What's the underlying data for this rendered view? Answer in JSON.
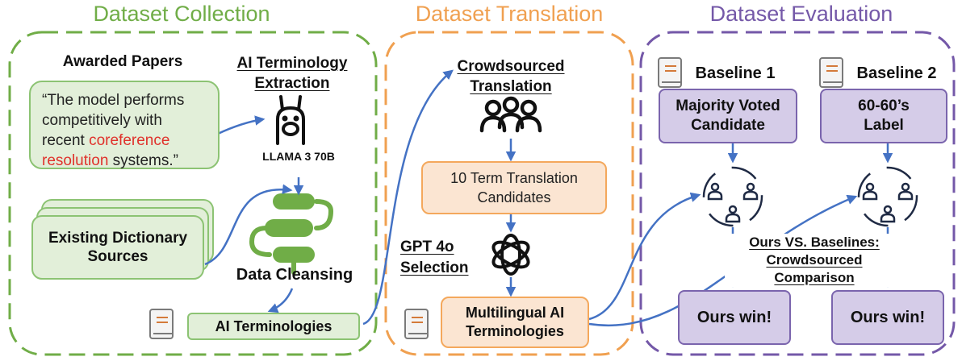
{
  "sections": {
    "collection": "Dataset Collection",
    "translation": "Dataset Translation",
    "evaluation": "Dataset Evaluation"
  },
  "collection": {
    "awarded_papers": "Awarded Papers",
    "quote_part1": "“The model performs competitively with recent ",
    "quote_highlight": "coreference resolution",
    "quote_part2": " systems.”",
    "extraction_line1": "AI Terminology",
    "extraction_line2": "Extraction",
    "model_label": "LLAMA 3 70B",
    "existing_line1": "Existing Dictionary",
    "existing_line2": "Sources",
    "cleansing": "Data Cleansing",
    "ai_terminologies": "AI Terminologies"
  },
  "translation": {
    "crowd_line1": "Crowdsourced",
    "crowd_line2": "Translation",
    "candidates_line1": "10 Term Translation",
    "candidates_line2": "Candidates",
    "gpt_line1": "GPT 4o",
    "gpt_line2": "Selection",
    "multi_line1": "Multilingual AI",
    "multi_line2": "Terminologies"
  },
  "evaluation": {
    "baseline1": "Baseline 1",
    "baseline2": "Baseline 2",
    "majority_line1": "Majority Voted",
    "majority_line2": "Candidate",
    "label_line1": "60-60’s",
    "label_line2": "Label",
    "comparison_line1": "Ours VS. Baselines:",
    "comparison_line2": "Crowdsourced",
    "comparison_line3": "Comparison",
    "ours_win_1": "Ours win!",
    "ours_win_2": "Ours win!"
  },
  "colors": {
    "green": "#70ad47",
    "orange": "#f0a050",
    "purple": "#7458a8",
    "arrow": "#4472c4",
    "highlight": "#e0312b"
  },
  "icons": [
    "llama-icon",
    "people-icon",
    "openai-logo-icon",
    "book-icon",
    "crowd-circle-icon",
    "flowchart-icon"
  ]
}
